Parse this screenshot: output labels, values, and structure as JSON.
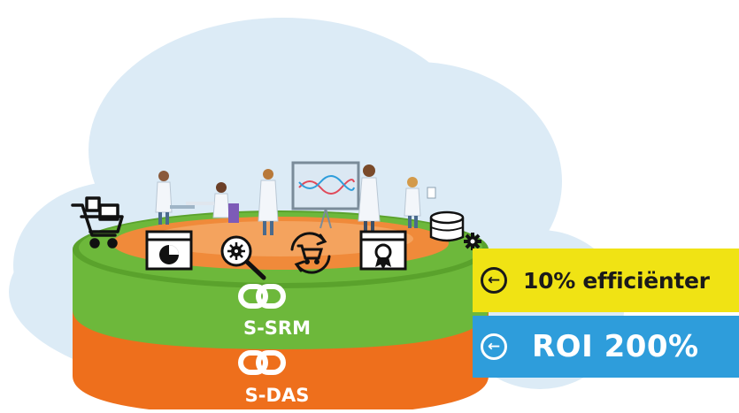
{
  "layers": {
    "top_label": "S-SRM",
    "bottom_label": "S-DAS"
  },
  "badges": {
    "efficiency_text": "10% efficiënter",
    "roi_text": "ROI 200%",
    "arrow_glyph": "←"
  },
  "icons": [
    "shopping-cart-icon",
    "pie-chart-window-icon",
    "search-gear-icon",
    "cart-refresh-icon",
    "certificate-icon",
    "database-icon",
    "gear-icon",
    "chain-link-icon"
  ],
  "colors": {
    "cloud": "#dcebf6",
    "green_layer": "#6db83b",
    "orange_layer": "#ee6f1c",
    "orange_top": "#f08a3a",
    "yellow_badge": "#f0e314",
    "blue_badge": "#2e9ddb"
  }
}
